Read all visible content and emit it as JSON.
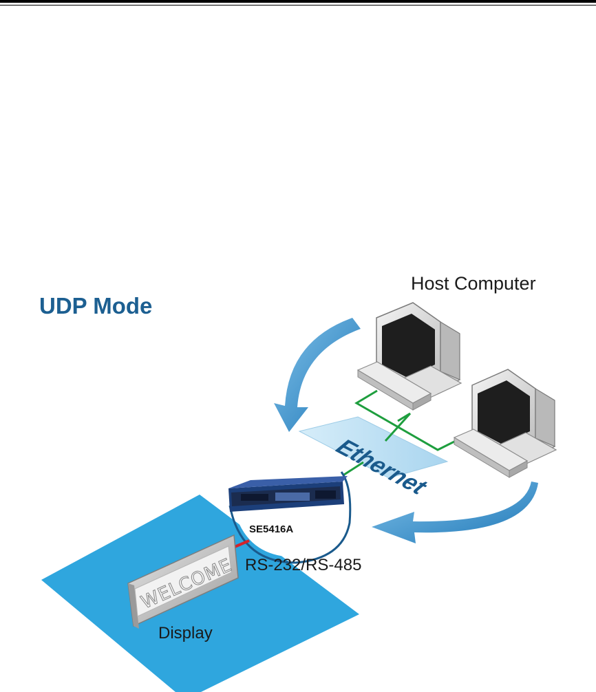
{
  "header": {
    "rule": "double"
  },
  "diagram": {
    "title": "UDP Mode",
    "host_label": "Host Computer",
    "network_label": "Ethernet",
    "device_model": "SE5416A",
    "serial_label": "RS-232/RS-485",
    "display_label": "Display",
    "display_text": "WELCOME"
  },
  "colors": {
    "title_blue": "#1c5f91",
    "arrow_blue": "#2f86c4",
    "floor_blue": "#2fa6de",
    "ethernet_panel": "#bde0f3",
    "network_line": "#1e9e3e",
    "serial_line": "#d4232a"
  },
  "icons": [
    "host-computer-icon",
    "serial-device-server-icon",
    "display-sign-icon"
  ]
}
